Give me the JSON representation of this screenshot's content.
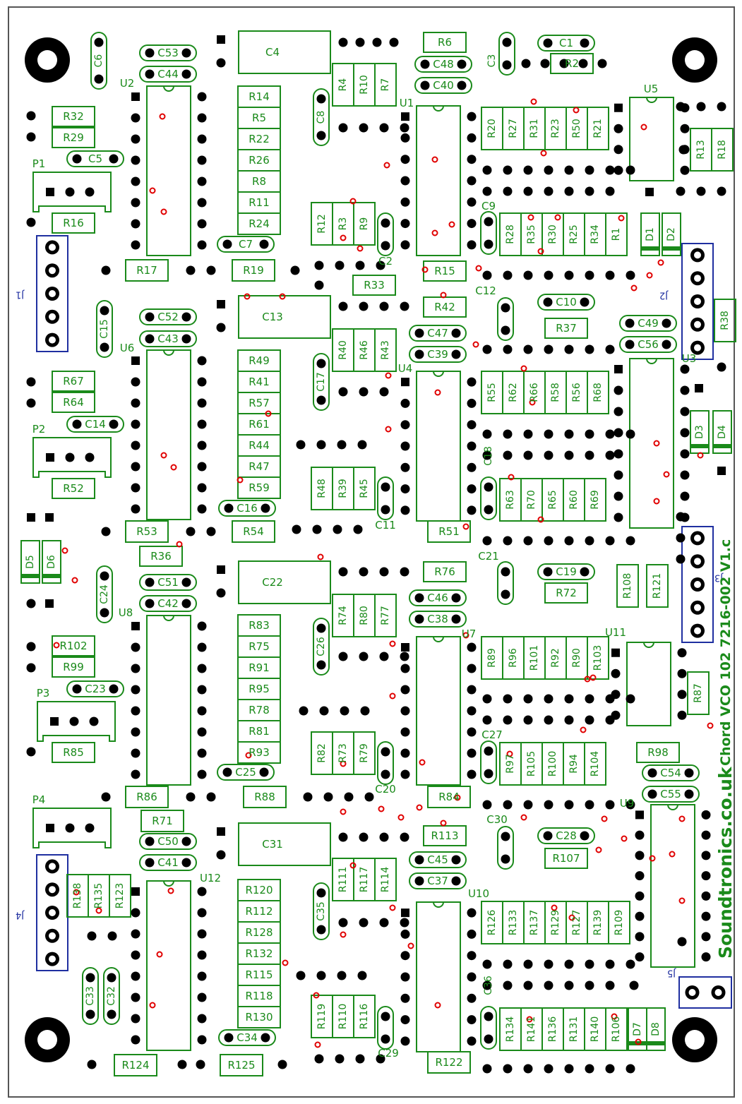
{
  "board": {
    "title": "Chord VCO 102 7216-002 V1.c",
    "brand": "Soundtronics.co.uk"
  },
  "colors": {
    "silk": "#1a8a1a",
    "connector": "#1f2fa0",
    "pad": "#000000",
    "via": "#e00000",
    "outline": "#555555"
  },
  "labels": {
    "ics": [
      "U1",
      "U2",
      "U3",
      "U4",
      "U5",
      "U6",
      "U7",
      "U8",
      "U9",
      "U10",
      "U11",
      "U12"
    ],
    "connectors": [
      "P1",
      "P2",
      "P3",
      "P4"
    ],
    "jacks": [
      "J1",
      "J2",
      "J3",
      "J4",
      "J5"
    ],
    "res": [
      "R1",
      "R2",
      "R3",
      "R4",
      "R5",
      "R6",
      "R7",
      "R8",
      "R9",
      "R10",
      "R11",
      "R12",
      "R13",
      "R14",
      "R15",
      "R16",
      "R17",
      "R18",
      "R19",
      "R20",
      "R21",
      "R22",
      "R23",
      "R24",
      "R25",
      "R26",
      "R27",
      "R28",
      "R29",
      "R30",
      "R31",
      "R32",
      "R33",
      "R34",
      "R35",
      "R36",
      "R37",
      "R38",
      "R39",
      "R40",
      "R41",
      "R42",
      "R43",
      "R44",
      "R45",
      "R46",
      "R47",
      "R48",
      "R49",
      "R50",
      "R51",
      "R52",
      "R53",
      "R54",
      "R55",
      "R56",
      "R57",
      "R58",
      "R59",
      "R60",
      "R61",
      "R62",
      "R63",
      "R64",
      "R65",
      "R66",
      "R67",
      "R68",
      "R69",
      "R70",
      "R71",
      "R72",
      "R73",
      "R74",
      "R75",
      "R76",
      "R77",
      "R78",
      "R79",
      "R80",
      "R81",
      "R82",
      "R83",
      "R84",
      "R85",
      "R86",
      "R87",
      "R88",
      "R89",
      "R90",
      "R91",
      "R92",
      "R93",
      "R94",
      "R95",
      "R96",
      "R97",
      "R98",
      "R99",
      "R100",
      "R101",
      "R102",
      "R103",
      "R104",
      "R105",
      "R106",
      "R107",
      "R108",
      "R109",
      "R110",
      "R111",
      "R112",
      "R113",
      "R114",
      "R115",
      "R116",
      "R117",
      "R118",
      "R119",
      "R120",
      "R121",
      "R122",
      "R123",
      "R124",
      "R125",
      "R126",
      "R127",
      "R128",
      "R129",
      "R130",
      "R131",
      "R132",
      "R133",
      "R134",
      "R135",
      "R136",
      "R137",
      "R138",
      "R139",
      "R140",
      "R141"
    ],
    "caps": [
      "C1",
      "C2",
      "C3",
      "C4",
      "C5",
      "C6",
      "C7",
      "C8",
      "C9",
      "C10",
      "C11",
      "C12",
      "C13",
      "C14",
      "C15",
      "C16",
      "C17",
      "C18",
      "C19",
      "C20",
      "C21",
      "C22",
      "C23",
      "C24",
      "C25",
      "C26",
      "C27",
      "C28",
      "C29",
      "C30",
      "C31",
      "C32",
      "C33",
      "C34",
      "C35",
      "C36",
      "C37",
      "C38",
      "C39",
      "C40",
      "C41",
      "C42",
      "C43",
      "C44",
      "C45",
      "C46",
      "C47",
      "C48",
      "C49",
      "C50",
      "C51",
      "C52",
      "C53",
      "C54",
      "C55",
      "C56"
    ],
    "diodes": [
      "D1",
      "D2",
      "D3",
      "D4",
      "D5",
      "D6",
      "D7",
      "D8"
    ]
  }
}
